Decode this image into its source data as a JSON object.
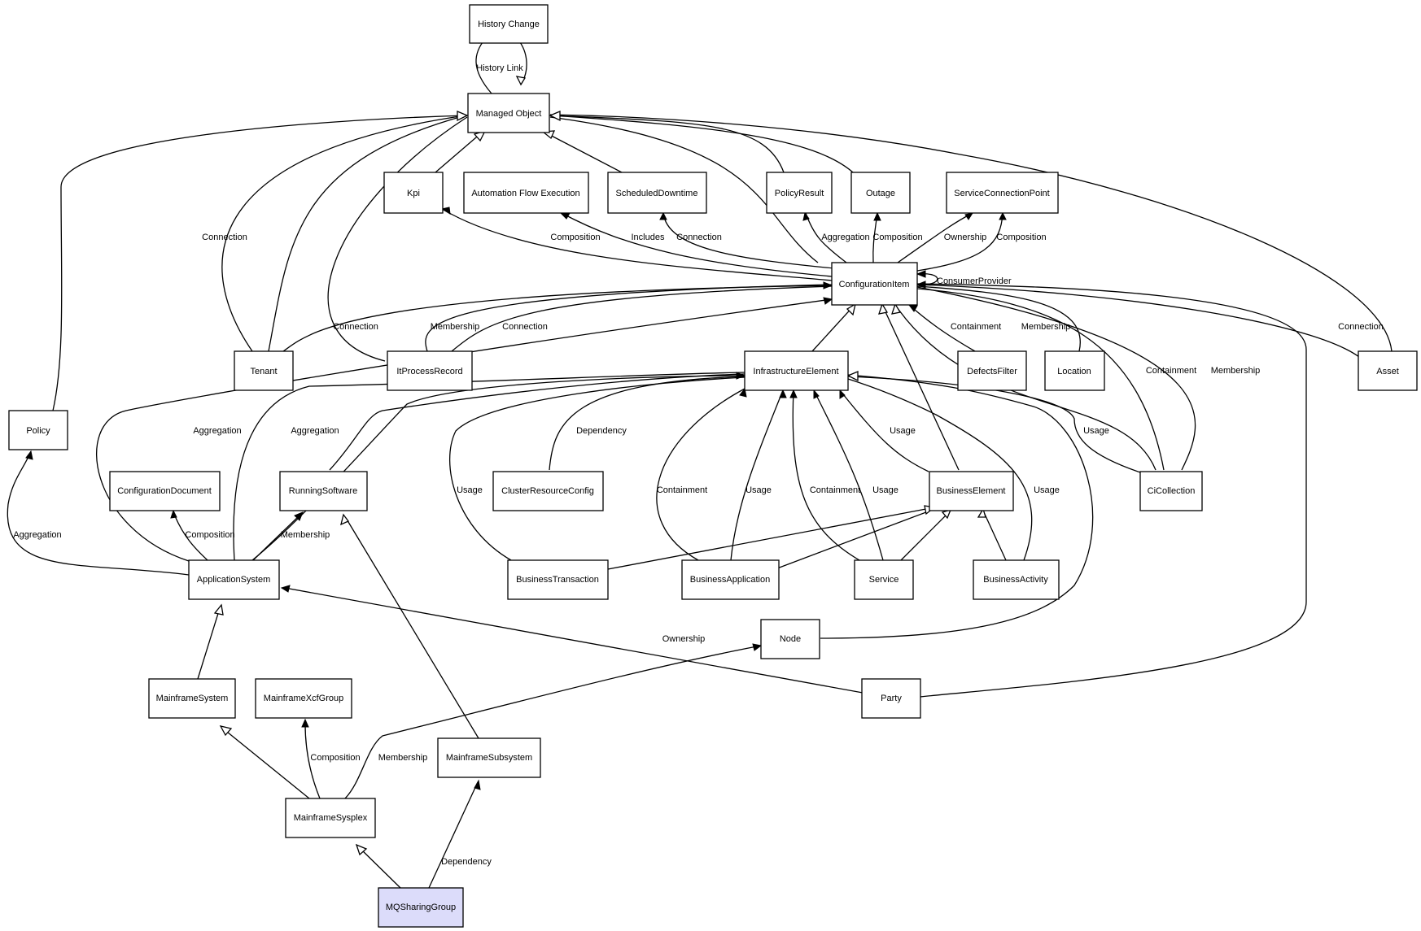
{
  "colors": {
    "node_fill": "#ffffff",
    "highlight_fill": "#dcdcfa",
    "stroke": "#000000"
  },
  "nodes": {
    "history_change": "History Change",
    "managed_object": "Managed Object",
    "kpi": "Kpi",
    "automation_flow_execution": "Automation Flow Execution",
    "scheduled_downtime": "ScheduledDowntime",
    "policy_result": "PolicyResult",
    "outage": "Outage",
    "service_connection_point": "ServiceConnectionPoint",
    "configuration_item": "ConfigurationItem",
    "tenant": "Tenant",
    "it_process_record": "ItProcessRecord",
    "infrastructure_element": "InfrastructureElement",
    "defects_filter": "DefectsFilter",
    "location": "Location",
    "asset": "Asset",
    "policy": "Policy",
    "configuration_document": "ConfigurationDocument",
    "running_software": "RunningSoftware",
    "cluster_resource_config": "ClusterResourceConfig",
    "business_element": "BusinessElement",
    "ci_collection": "CiCollection",
    "application_system": "ApplicationSystem",
    "business_transaction": "BusinessTransaction",
    "business_application": "BusinessApplication",
    "service": "Service",
    "business_activity": "BusinessActivity",
    "node": "Node",
    "mainframe_system": "MainframeSystem",
    "mainframe_xcf_group": "MainframeXcfGroup",
    "party": "Party",
    "mainframe_subsystem": "MainframeSubsystem",
    "mainframe_sysplex": "MainframeSysplex",
    "mq_sharing_group": "MQSharingGroup"
  },
  "edge_labels": {
    "history_link": "History Link",
    "tenant_mo_connection": "Connection",
    "kpi_composition": "Composition",
    "afe_includes": "Includes",
    "sd_connection": "Connection",
    "pr_aggregation": "Aggregation",
    "outage_composition": "Composition",
    "scp_ownership": "Ownership",
    "scp_composition": "Composition",
    "consumer_provider": "ConsumerProvider",
    "tenant_ci_connection": "Connection",
    "ipr_membership": "Membership",
    "ipr_connection": "Connection",
    "defects_containment": "Containment",
    "location_membership": "Membership",
    "asset_connection": "Connection",
    "cic_containment": "Containment",
    "cic_membership": "Membership",
    "as_ci_aggregation": "Aggregation",
    "as_ie_aggregation": "Aggregation",
    "crc_dependency": "Dependency",
    "be_usage": "Usage",
    "cic_usage": "Usage",
    "policy_aggregation": "Aggregation",
    "doc_composition": "Composition",
    "rs_membership": "Membership",
    "bt_usage": "Usage",
    "ba_containment": "Containment",
    "ba_usage": "Usage",
    "svc_containment": "Containment",
    "svc_usage": "Usage",
    "bact_usage": "Usage",
    "party_ownership": "Ownership",
    "xcf_composition": "Composition",
    "sysplex_membership": "Membership",
    "mq_dependency": "Dependency"
  }
}
